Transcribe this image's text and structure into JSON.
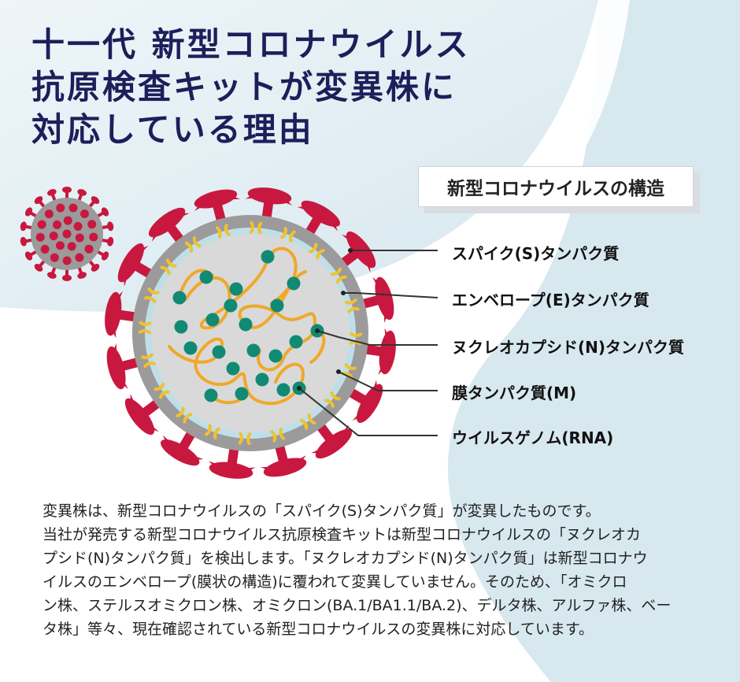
{
  "title_lines": [
    "十一代 新型コロナウイルス",
    "抗原検査キットが変異株に",
    "対応している理由"
  ],
  "structure_heading": "新型コロナウイルスの構造",
  "labels": {
    "spike": "スパイク(S)タンパク質",
    "envelope": "エンベロープ(E)タンパク質",
    "nucleocapsid": "ヌクレオカプシド(N)タンパク質",
    "membrane": "膜タンパク質(M)",
    "genome": "ウイルスゲノム(RNA)"
  },
  "body_lines": [
    "変異株は、新型コロナウイルスの「スパイク(S)タンパク質」が変異したものです。",
    "当社が発売する新型コロナウイルス抗原検査キットは新型コロナウイルスの「ヌクレオカ",
    "プシド(N)タンパク質」を検出します。「ヌクレオカプシド(N)タンパク質」は新型コロナウ",
    "イルスのエンベロープ(膜状の構造)に覆われて変異していません。そのため、「オミクロ",
    "ン株、ステルスオミクロン株、オミクロン(BA.1/BA1.1/BA.2)、デルタ株、アルファ株、ベー",
    "タ株」等々、現在確認されている新型コロナウイルスの変異株に対応しています。"
  ],
  "colors": {
    "title": "#1c1f5a",
    "spike": "#c8183f",
    "shell": "#9c9a9a",
    "membrane_ring": "#bfdfe8",
    "inner": "#d9d9d9",
    "rna_strand": "#f0a82a",
    "nucleocapsid": "#118a74",
    "envelope": "#f2c12e"
  }
}
